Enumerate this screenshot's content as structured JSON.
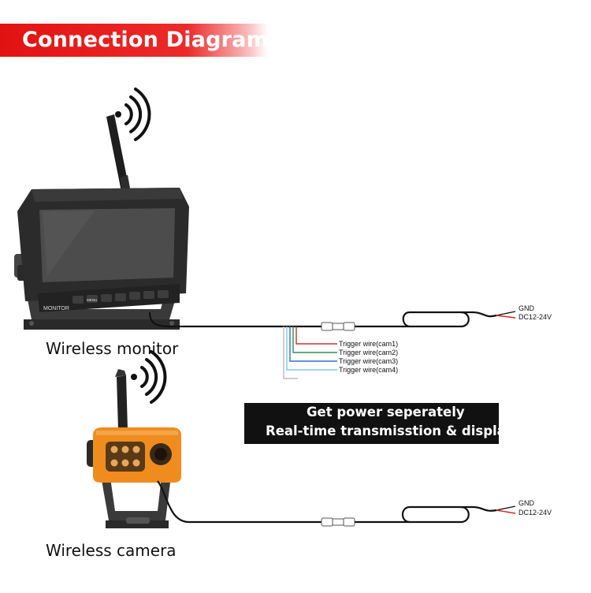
{
  "title": "Connection Diagram",
  "monitor": {
    "label": "Wireless monitor",
    "brand": "MONITOR",
    "menu_button": "MENU",
    "power": {
      "gnd_label": "GND",
      "dc_label": "DC12-24V"
    },
    "trigger_wires": [
      {
        "label": "Trigger wire(cam1)",
        "color": "#c0392b"
      },
      {
        "label": "Trigger wire(cam2)",
        "color": "#2e8b57"
      },
      {
        "label": "Trigger wire(cam3)",
        "color": "#2f6fd0"
      },
      {
        "label": "Trigger wire(cam4)",
        "color": "#7fc8e8"
      }
    ]
  },
  "camera": {
    "label": "Wireless camera",
    "power": {
      "gnd_label": "GND",
      "dc_label": "DC12-24V"
    },
    "body_color": "#f08c1e"
  },
  "info": {
    "line1": "Get power seperately",
    "line2": "Real-time transmisstion & display"
  },
  "colors": {
    "banner_red": "#e21212",
    "cable": "#111111",
    "power_wire": "#d62020"
  }
}
